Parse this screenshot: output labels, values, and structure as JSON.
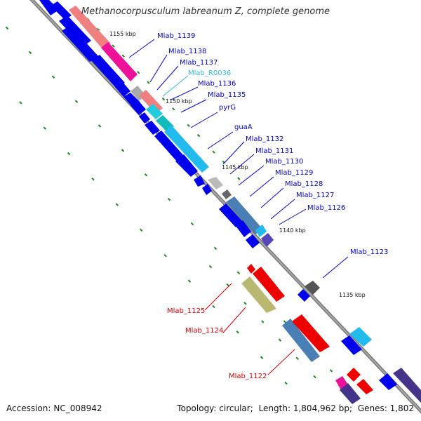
{
  "title": "Methanocorpusculum labreanum Z, complete genome",
  "footer": {
    "accession_label": "Accession:",
    "accession": "NC_008942",
    "topology_label": "Topology:",
    "topology": "circular;",
    "length_label": "Length:",
    "length": "1,804,962 bp;",
    "genes_label": "Genes:",
    "genes": "1,802"
  },
  "colors": {
    "label_blue": "#0000cc",
    "label_red": "#dd0000",
    "label_rna": "#33bbdd",
    "tick": "#1a8c1a",
    "backbone": "#888888",
    "cds": "#0000ee",
    "steel_blue": "#4a7fb5",
    "cyan": "#22bbee",
    "salmon": "#f08080",
    "magenta": "#ee1199",
    "olive": "#b8b870",
    "red": "#ee0000",
    "navy": "#443388",
    "grey": "#777777"
  },
  "kbp_ticks": [
    "1155 kbp",
    "1150 kbp",
    "1145 kbp",
    "1140 kbp",
    "1135 kbp"
  ],
  "gene_labels_top": [
    "Mlab_1139",
    "Mlab_1138",
    "Mlab_1137",
    "Mlab_R0036",
    "Mlab_1136",
    "Mlab_1135",
    "pyrG",
    "guaA",
    "Mlab_1132",
    "Mlab_1131",
    "Mlab_1130",
    "Mlab_1129",
    "Mlab_1128",
    "Mlab_1127",
    "Mlab_1126",
    "Mlab_1123"
  ],
  "gene_labels_bottom": [
    "Mlab_1125",
    "Mlab_1124",
    "Mlab_1122"
  ]
}
